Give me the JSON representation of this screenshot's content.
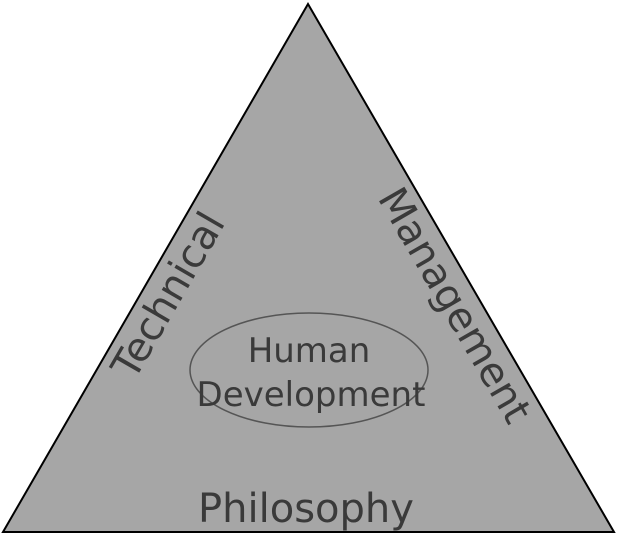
{
  "diagram": {
    "labels": {
      "left_side": "Technical",
      "right_side": "Management",
      "base": "Philosophy",
      "center_line1": "Human",
      "center_line2": "Development"
    },
    "colors": {
      "triangle_fill": "#a6a6a6",
      "triangle_stroke": "#000000",
      "ellipse_stroke": "#555555",
      "text": "#3a3a3a"
    }
  }
}
